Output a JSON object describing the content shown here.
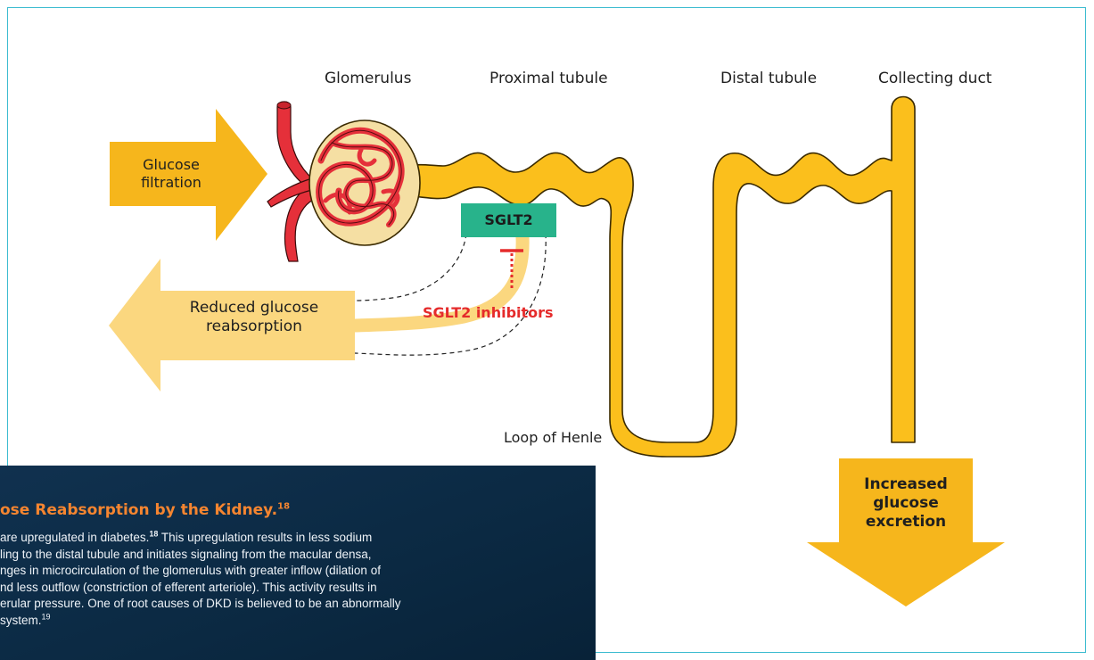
{
  "labels": {
    "glomerulus": "Glomerulus",
    "proximal_tubule": "Proximal tubule",
    "distal_tubule": "Distal tubule",
    "collecting_duct": "Collecting duct",
    "loop_of_henle": "Loop of Henle"
  },
  "arrows": {
    "glucose_filtration": [
      "Glucose",
      "filtration"
    ],
    "reduced_reabsorption": [
      "Reduced glucose",
      "reabsorption"
    ],
    "increased_excretion": [
      "Increased",
      "glucose",
      "excretion"
    ]
  },
  "sglt2": {
    "label": "SGLT2",
    "inhibitor_label": "SGLT2 inhibitors"
  },
  "colors": {
    "tubule_fill": "#fbbf1c",
    "tubule_stroke": "#3a2a00",
    "arrow_gold": "#f6b61c",
    "arrow_pale": "#fbd77f",
    "sglt2_box": "#28b38b",
    "inhibitor_red": "#e52b2b",
    "vessel_red": "#e5303a",
    "capsule_fill": "#f5dfa3",
    "panel_bg": "#0b2b45",
    "panel_title": "#f58530",
    "frame": "#3cbcd0"
  },
  "info_panel": {
    "title": "ose Reabsorption by the Kidney.",
    "title_ref": "18",
    "lines": [
      {
        "text": " are upregulated in diabetes.",
        "ref": "18",
        "rest": " This upregulation results in less sodium"
      },
      {
        "text": "ling to the distal tubule and initiates signaling from the macular densa,",
        "ref": "",
        "rest": ""
      },
      {
        "text": "nges in microcirculation of the glomerulus with greater inflow (dilation of",
        "ref": "",
        "rest": ""
      },
      {
        "text": "nd less outflow (constriction of efferent arteriole). This activity results in",
        "ref": "",
        "rest": ""
      },
      {
        "text": "erular pressure. One of root causes of DKD is believed to be an abnormally",
        "ref": "",
        "rest": ""
      },
      {
        "text": "system.",
        "ref": "19",
        "rest": ""
      }
    ]
  }
}
